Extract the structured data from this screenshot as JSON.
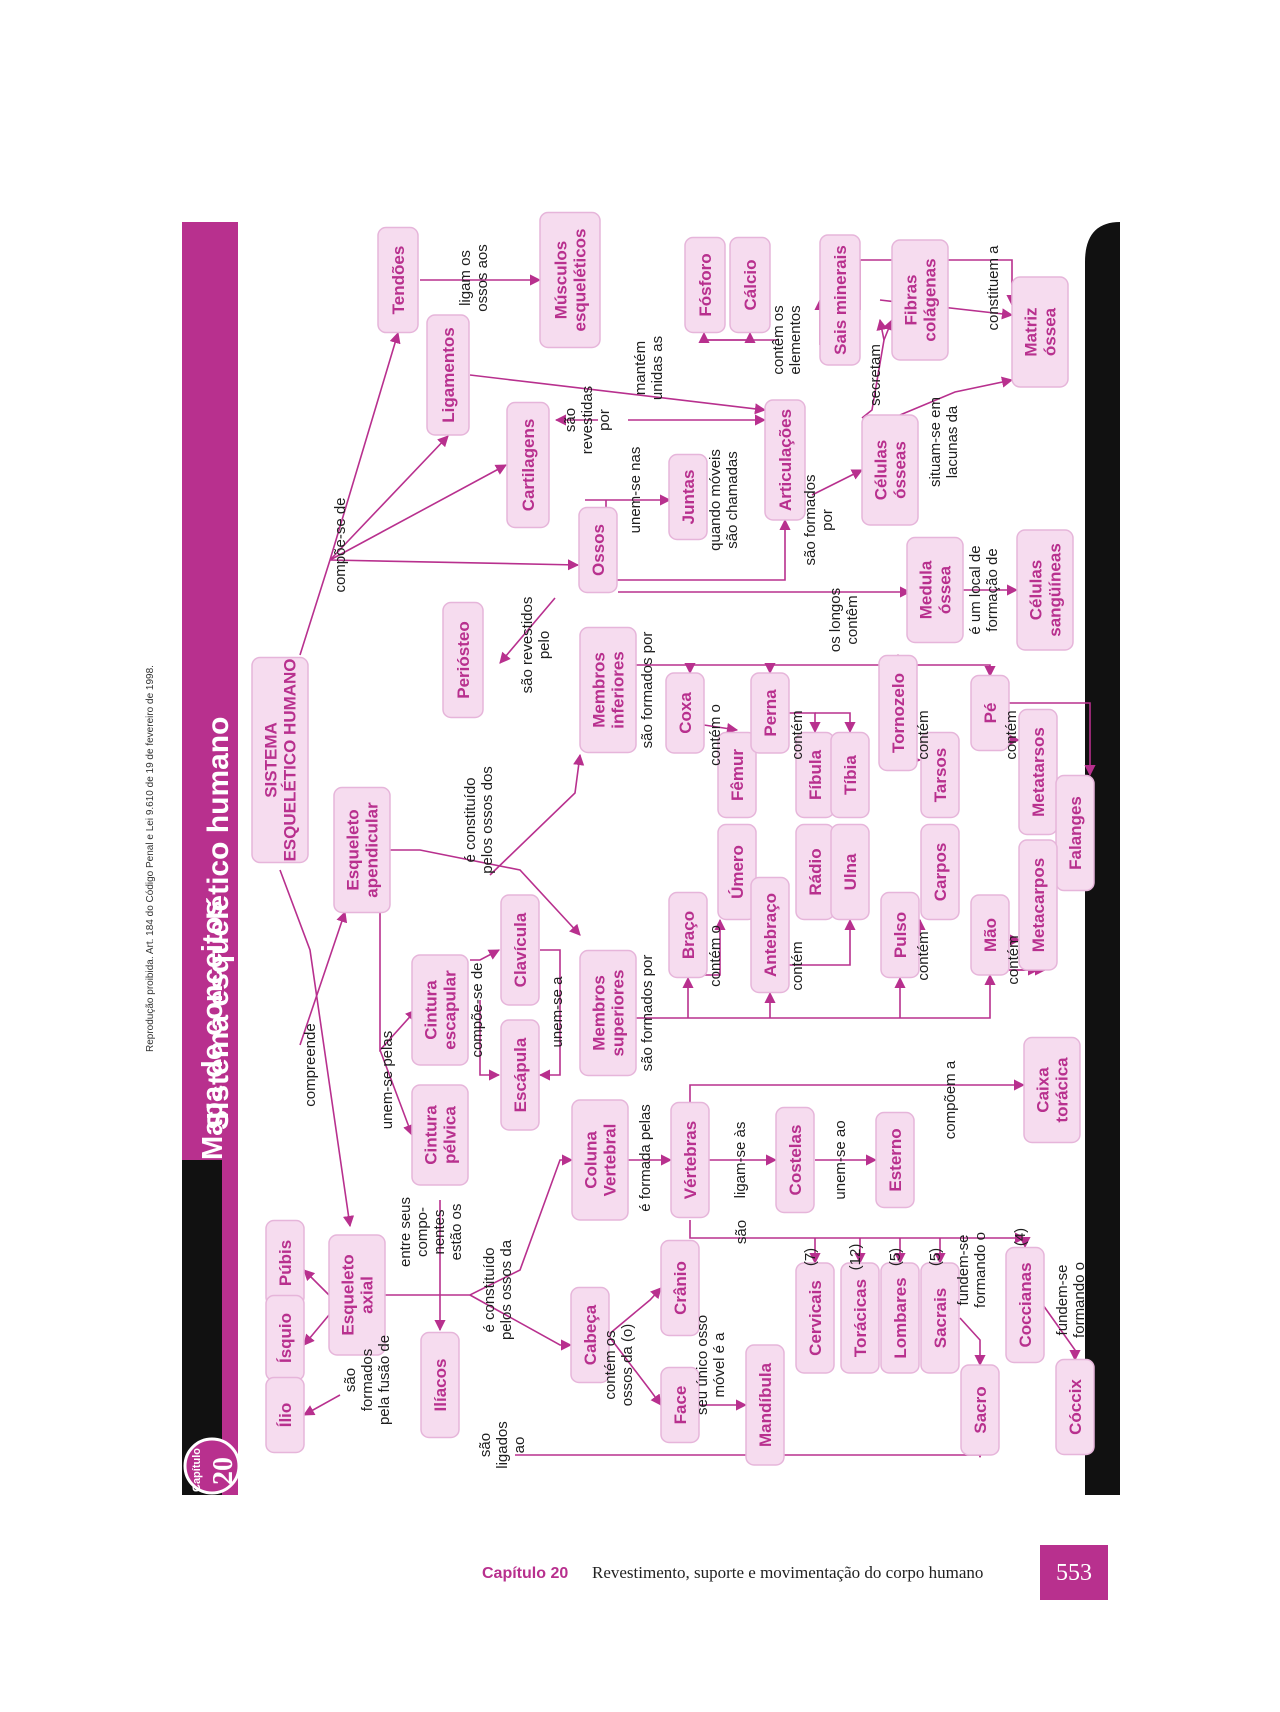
{
  "header": {
    "chapter_word": "Capítulo",
    "chapter_number": "20",
    "section_title": "Mapa de conceitos",
    "map_title": "Sistema esquelético humano"
  },
  "legal_note": "Reprodução proibida. Art. 184 do Código Penal e Lei 9.610 de 19 de fevereiro de 1998.",
  "footer": {
    "chapter": "Capítulo 20",
    "title": "Revestimento, suporte e movimentação do corpo humano",
    "page_number": "553"
  },
  "colors": {
    "magenta": "#b8308e",
    "node_fill": "#f6dcef",
    "black_band": "#111111"
  },
  "nodes": {
    "sistema": [
      "SISTEMA",
      "ESQUELÉTICO HUMANO"
    ],
    "tendoes": [
      "Tendões"
    ],
    "musculos": [
      "Músculos",
      "esqueléticos"
    ],
    "ligamentos": [
      "Ligamentos"
    ],
    "cartilagens": [
      "Cartilagens"
    ],
    "ossos": [
      "Ossos"
    ],
    "periosteo": [
      "Periósteo"
    ],
    "juntas": [
      "Juntas"
    ],
    "articulacoes": [
      "Articulações"
    ],
    "fosforo": [
      "Fósforo"
    ],
    "calcio": [
      "Cálcio"
    ],
    "sais": [
      "Sais minerais"
    ],
    "fibras": [
      "Fibras",
      "colágenas"
    ],
    "matriz": [
      "Matriz",
      "óssea"
    ],
    "celulas_osseas": [
      "Células",
      "ósseas"
    ],
    "medula": [
      "Medula",
      "óssea"
    ],
    "celulas_sang": [
      "Células",
      "sangüíneas"
    ],
    "apendicular": [
      "Esqueleto",
      "apendicular"
    ],
    "membros_inf": [
      "Membros",
      "inferiores"
    ],
    "coxa": [
      "Coxa"
    ],
    "femur": [
      "Fêmur"
    ],
    "perna": [
      "Perna"
    ],
    "fibula": [
      "Fíbula"
    ],
    "tibia": [
      "Tíbia"
    ],
    "tornozelo": [
      "Tornozelo"
    ],
    "tarsos": [
      "Tarsos"
    ],
    "pe": [
      "Pé"
    ],
    "metatarsos": [
      "Metatarsos"
    ],
    "falanges": [
      "Falanges"
    ],
    "cintura_escap": [
      "Cintura",
      "escapular"
    ],
    "clavicula": [
      "Clavícula"
    ],
    "escapula": [
      "Escápula"
    ],
    "membros_sup": [
      "Membros",
      "superiores"
    ],
    "braco": [
      "Braço"
    ],
    "umero": [
      "Úmero"
    ],
    "antebraco": [
      "Antebraço"
    ],
    "radio": [
      "Rádio"
    ],
    "ulna": [
      "Ulna"
    ],
    "pulso": [
      "Pulso"
    ],
    "carpos": [
      "Carpos"
    ],
    "mao": [
      "Mão"
    ],
    "metacarpos": [
      "Metacarpos"
    ],
    "cintura_pelv": [
      "Cintura",
      "pélvica"
    ],
    "coluna": [
      "Coluna",
      "Vertebral"
    ],
    "vertebras": [
      "Vértebras"
    ],
    "costelas": [
      "Costelas"
    ],
    "esterno": [
      "Esterno"
    ],
    "caixa": [
      "Caixa",
      "torácica"
    ],
    "axial": [
      "Esqueleto",
      "axial"
    ],
    "pubis": [
      "Púbis"
    ],
    "isquio": [
      "Ísquio"
    ],
    "ilio": [
      "Ílio"
    ],
    "iliacos": [
      "Ilíacos"
    ],
    "cabeca": [
      "Cabeça"
    ],
    "cranio": [
      "Crânio"
    ],
    "face": [
      "Face"
    ],
    "mandibula": [
      "Mandíbula"
    ],
    "cervicais": [
      "Cervicais"
    ],
    "toracicas": [
      "Torácicas"
    ],
    "lombares": [
      "Lombares"
    ],
    "sacrais": [
      "Sacrais"
    ],
    "coccianas": [
      "Coccianas"
    ],
    "sacro": [
      "Sacro"
    ],
    "coccix": [
      "Cóccix"
    ]
  },
  "labels": {
    "compoe_se_de": [
      "compõe-se de"
    ],
    "ligam_os_ossos_aos": [
      "ligam os",
      "ossos aos"
    ],
    "mantem_unidas_as": [
      "mantém",
      "unidas as"
    ],
    "sao_revestidas_por": [
      "são",
      "revestidas",
      "por"
    ],
    "unem_se_nas": [
      "unem-se nas"
    ],
    "quando_moveis": [
      "quando móveis",
      "são chamadas"
    ],
    "sao_formados_por_celulas": [
      "são formados",
      "por"
    ],
    "contem_os_elementos": [
      "contêm os",
      "elementos"
    ],
    "secretam": [
      "secretam"
    ],
    "situam_se": [
      "situam-se em",
      "lacunas da"
    ],
    "constituem_a": [
      "constituem a"
    ],
    "os_longos_contem": [
      "os longos",
      "contêm"
    ],
    "e_um_local": [
      "é um local de",
      "formação de"
    ],
    "sao_revestidos_pelo": [
      "são revestidos",
      "pelo"
    ],
    "e_constituido_dos": [
      "é constituído",
      "pelos ossos dos"
    ],
    "formados_por_inf": [
      "são formados por"
    ],
    "contem_o_coxa": [
      "contém o"
    ],
    "contem_perna": [
      "contém"
    ],
    "contem_tornozelo": [
      "contém"
    ],
    "contem_pe": [
      "contém"
    ],
    "compreende": [
      "compreende"
    ],
    "unem_se_pelas": [
      "unem-se pelas"
    ],
    "compoe_se_de_cintura": [
      "compõe-se de"
    ],
    "unem_se_a": [
      "unem-se a"
    ],
    "formados_por_sup": [
      "são formados por"
    ],
    "contem_o_braco": [
      "contém o"
    ],
    "contem_antebraco": [
      "contém"
    ],
    "contem_pulso": [
      "contém"
    ],
    "contem_mao": [
      "contém"
    ],
    "compoem_a": [
      "compõem a"
    ],
    "formada_pelas": [
      "é formada pelas"
    ],
    "ligam_se_as": [
      "ligam-se às"
    ],
    "unem_se_ao": [
      "unem-se ao"
    ],
    "sao_vertebras": [
      "são"
    ],
    "count_7": [
      "(7)"
    ],
    "count_12": [
      "(12)"
    ],
    "count_5a": [
      "(5)"
    ],
    "count_5b": [
      "(5)"
    ],
    "count_4": [
      "(4)"
    ],
    "fundem_sacro": [
      "fundem-se",
      "formando o"
    ],
    "fundem_coccix": [
      "fundem-se",
      "formando o"
    ],
    "entre_seus": [
      "entre seus",
      "compo-",
      "nentes",
      "estão os"
    ],
    "e_constituido_da": [
      "é constituído",
      "pelos ossos da"
    ],
    "contem_os_ossos_da": [
      "contém os",
      "ossos da (o)"
    ],
    "seu_unico_osso": [
      "seu único osso",
      "móvel é a"
    ],
    "sao_formados_fusao": [
      "são",
      "formados",
      "pela fusão de"
    ],
    "sao_ligados_ao": [
      "são",
      "ligados",
      "ao"
    ]
  }
}
